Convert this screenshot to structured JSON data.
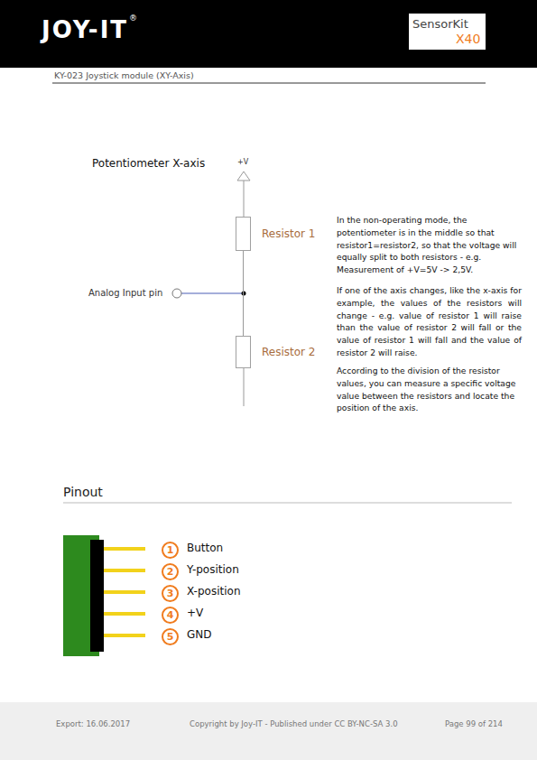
{
  "diagram": {
    "title": "Potentiometer X-axis",
    "nodes": [
      {
        "text": [
          "Resistor 1"
        ]
      },
      {
        "text": [
          "Resistor 2"
        ]
      },
      {
        "text": [
          "1"
        ]
      },
      {
        "text": [
          "2"
        ]
      },
      {
        "text": [
          "3"
        ]
      },
      {
        "text": [
          "4"
        ]
      },
      {
        "text": [
          "5"
        ]
      }
    ],
    "edges": [
      {
        "from": 0,
        "to": 1,
        "arrow": "none"
      }
    ],
    "labels": [
      "JOY-IT",
      "®",
      "SensorKit",
      "X40",
      "KY-023 Joystick module (XY-Axis)",
      "+V",
      "Analog Input pin",
      "In the non-operating mode, the potentiometer is in the middle so that resistor1=resistor2, so that the voltage will equally split to both resistors - e.g. Measurement of +V=5V -> 2,5V.",
      "If one of the axis changes, like the x-axis for example, the values of the resistors will change - e.g. value of resistor 1 will raise than the value of resistor 2 will fall or the value of resistor 1 will fall and the value of resistor 2 will raise.",
      "According to the division of the resistor values, you can measure a specific voltage value between the resistors and locate the position of the axis.",
      "Pinout",
      "Button",
      "Y-position",
      "X-position",
      "+V",
      "GND",
      "Export: 16.06.2017",
      "Copyright by Joy-IT - Published under CC BY-NC-SA 3.0",
      "Page 99 of 214"
    ]
  }
}
